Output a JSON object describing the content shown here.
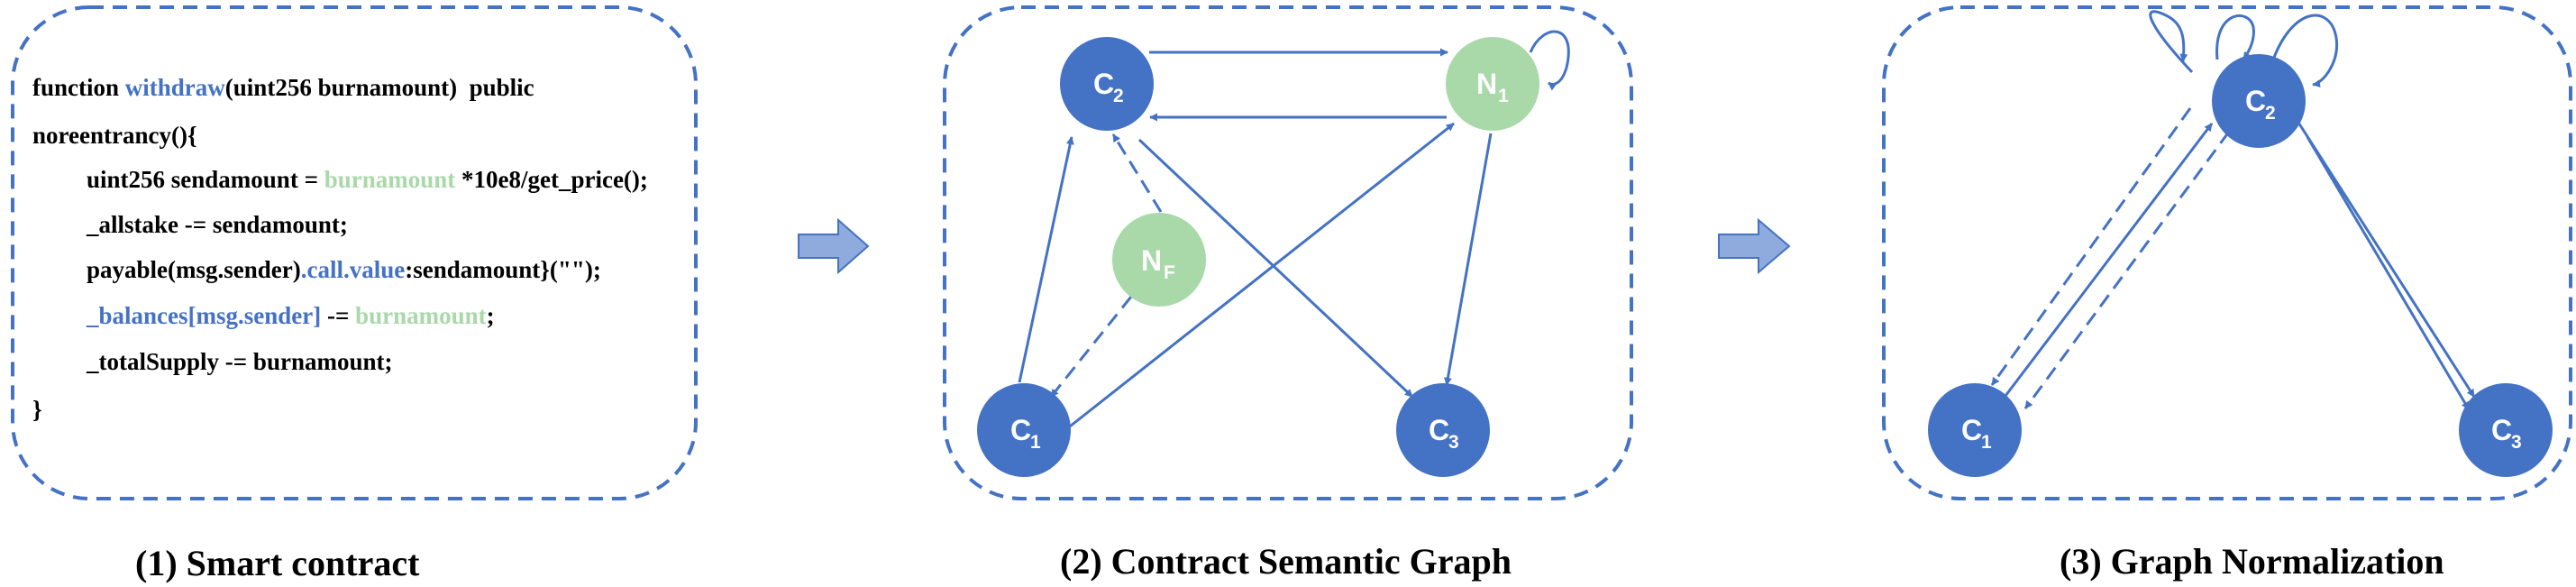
{
  "colors": {
    "blue": "#4472C4",
    "green": "#A9D9A9",
    "arrow_fill": "#8FAADC",
    "code_black": "#000000"
  },
  "panel1": {
    "caption": "(1) Smart contract",
    "code": {
      "l1_a": "function ",
      "l1_fn": "withdraw",
      "l1_b": "(uint256 burnamount)  public",
      "l2": "noreentrancy(){",
      "l3_a": "uint256 sendamount = ",
      "l3_green": "burnamount",
      "l3_b": " *10e8/get_price();",
      "l4": "_allstake -= sendamount;",
      "l5_a": "payable(msg.sender)",
      "l5_blue": ".call.value",
      "l5_b": ":sendamount}(\"\");",
      "l6_blue": "_balances[msg.sender]",
      "l6_b": " -= ",
      "l6_green": "burnamount",
      "l6_c": ";",
      "l7": "_totalSupply -= burnamount;",
      "l8": "}"
    }
  },
  "panel2": {
    "caption": "(2) Contract Semantic Graph",
    "nodes": {
      "c2": {
        "main": "C",
        "sub": "2"
      },
      "n1": {
        "main": "N",
        "sub": "1"
      },
      "nf": {
        "main": "N",
        "sub": "F"
      },
      "c1": {
        "main": "C",
        "sub": "1"
      },
      "c3": {
        "main": "C",
        "sub": "3"
      }
    }
  },
  "panel3": {
    "caption": "(3) Graph Normalization",
    "nodes": {
      "c2": {
        "main": "C",
        "sub": "2"
      },
      "c1": {
        "main": "C",
        "sub": "1"
      },
      "c3": {
        "main": "C",
        "sub": "3"
      }
    }
  }
}
